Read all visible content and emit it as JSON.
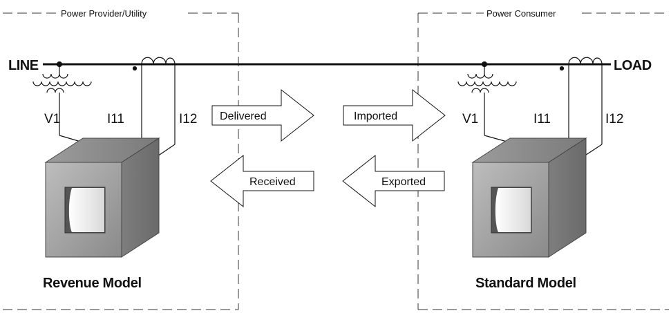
{
  "regions": {
    "provider": "Power Provider/Utility",
    "consumer": "Power Consumer"
  },
  "terminals": {
    "line": "LINE",
    "load": "LOAD"
  },
  "signals": {
    "v1": "V1",
    "i11": "I11",
    "i12": "I12"
  },
  "arrows": {
    "delivered": "Delivered",
    "received": "Received",
    "imported": "Imported",
    "exported": "Exported"
  },
  "meters": {
    "revenue": "Revenue Model",
    "standard": "Standard Model"
  }
}
